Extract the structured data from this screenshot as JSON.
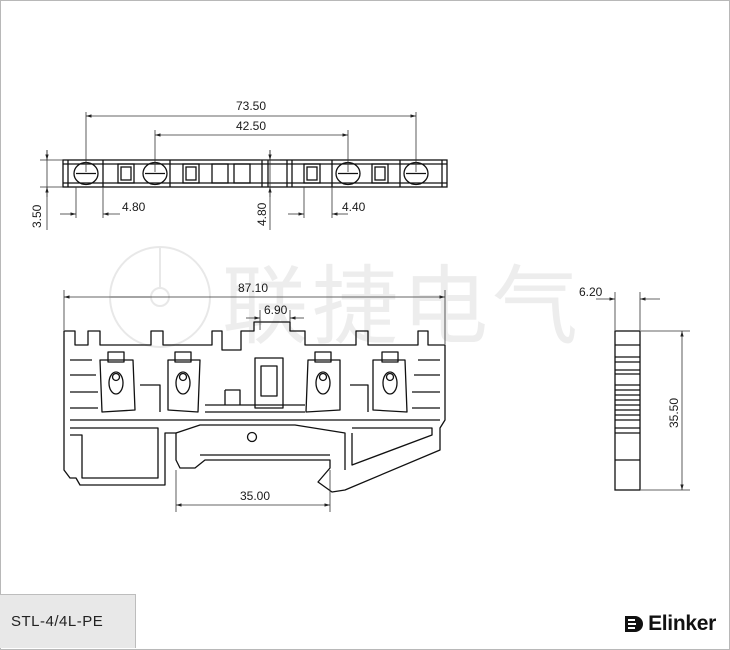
{
  "dimensions": {
    "top_overall": "73.50",
    "top_inner": "42.50",
    "top_left_pitch": "4.80",
    "top_center_pitch": "4.80",
    "top_right_pitch": "4.40",
    "top_height": "3.50",
    "side_overall": "87.10",
    "side_slot": "6.90",
    "side_rail": "35.00",
    "end_width": "6.20",
    "end_height": "35.50"
  },
  "part_number": "STL-4/4L-PE",
  "brand": "Elinker",
  "watermark": "联捷电气",
  "colors": {
    "line": "#111111",
    "dim_line": "#333333",
    "label_bg": "#e8e8e8"
  },
  "icons": {
    "brand_logo": "elinker-logo-icon",
    "watermark_logo": "circle-watermark-icon"
  }
}
